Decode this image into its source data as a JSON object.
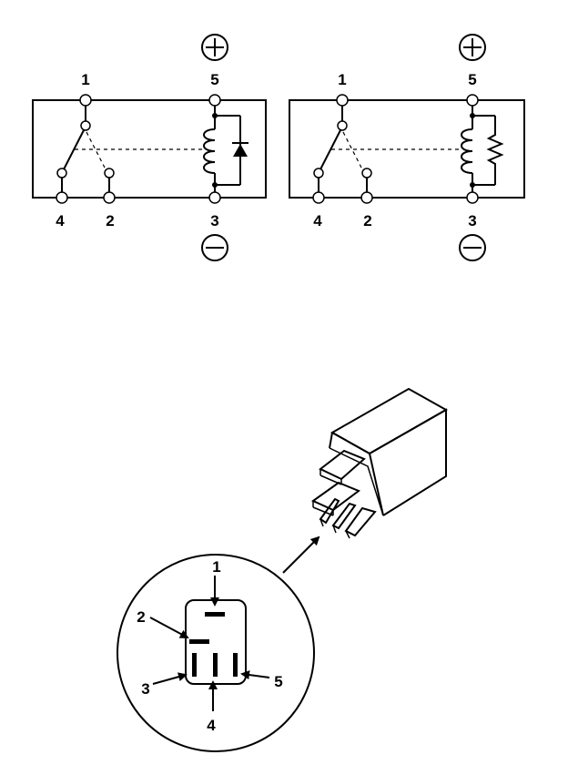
{
  "diagram_left": {
    "terminal_labels": [
      "1",
      "5",
      "4",
      "2",
      "3"
    ],
    "polarity_icons": [
      "plus-circle-icon",
      "minus-circle-icon"
    ],
    "suppressor_icon": "diode-icon"
  },
  "diagram_right": {
    "terminal_labels": [
      "1",
      "5",
      "4",
      "2",
      "3"
    ],
    "polarity_icons": [
      "plus-circle-icon",
      "minus-circle-icon"
    ],
    "suppressor_icon": "resistor-icon"
  },
  "connector_view": {
    "pin_callouts": [
      "1",
      "2",
      "3",
      "4",
      "5"
    ]
  }
}
